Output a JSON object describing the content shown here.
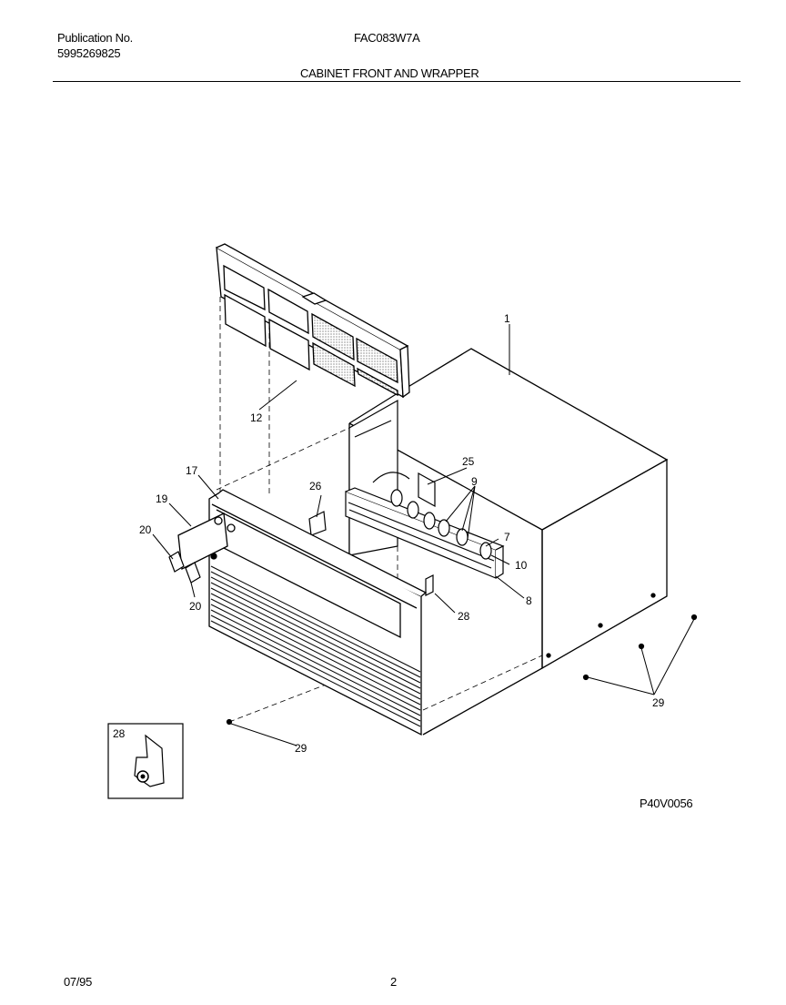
{
  "header": {
    "publication_label": "Publication No.",
    "publication_number": "5995269825",
    "model": "FAC083W7A",
    "section_title": "CABINET FRONT AND WRAPPER"
  },
  "diagram": {
    "callouts": {
      "c1": "1",
      "c12": "12",
      "c17": "17",
      "c19": "19",
      "c20a": "20",
      "c20b": "20",
      "c25": "25",
      "c26": "26",
      "c9": "9",
      "c7": "7",
      "c10": "10",
      "c8": "8",
      "c28": "28",
      "c28box": "28",
      "c29a": "29",
      "c29b": "29"
    },
    "figure_code": "P40V0056"
  },
  "footer": {
    "date": "07/95",
    "page": "2"
  }
}
